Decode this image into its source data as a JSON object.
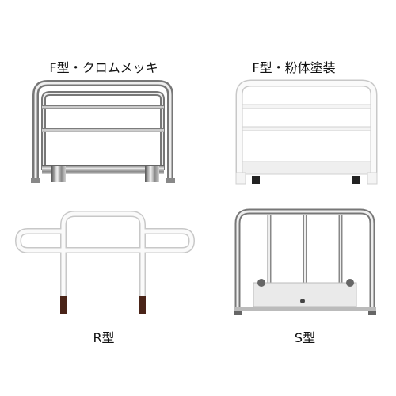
{
  "labels": {
    "f_chrome": "F型・クロムメッキ",
    "f_powder": "F型・粉体塗装",
    "r_type": "R型",
    "s_type": "S型"
  },
  "colors": {
    "chrome_dark": "#6b6b6b",
    "chrome_light": "#e6e6e6",
    "white_frame": "#f2f2f2",
    "white_edge": "#c8c8c8",
    "rubber_tip": "#4a2418",
    "foot_black": "#222222"
  }
}
